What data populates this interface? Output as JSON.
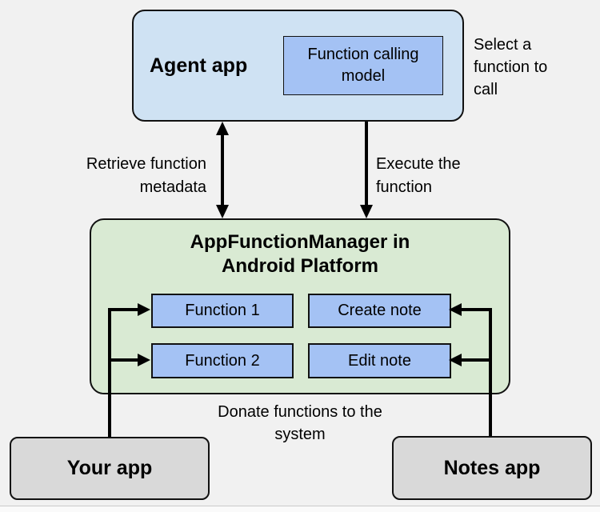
{
  "colors": {
    "background": "#f1f1f1",
    "agent_box_fill": "#cfe2f3",
    "model_box_fill": "#a4c2f4",
    "manager_box_fill": "#d9ead3",
    "function_box_fill": "#a4c2f4",
    "app_box_fill": "#d9d9d9",
    "line": "#000000"
  },
  "agent": {
    "label": "Agent app",
    "model_label": "Function calling model"
  },
  "annotations": {
    "select_function": "Select a function to call",
    "retrieve_metadata": "Retrieve function metadata",
    "execute_function": "Execute the function",
    "donate_functions": "Donate functions to the system"
  },
  "manager": {
    "title": "AppFunctionManager in Android Platform",
    "functions": [
      {
        "label": "Function 1"
      },
      {
        "label": "Create note"
      },
      {
        "label": "Function 2"
      },
      {
        "label": "Edit note"
      }
    ]
  },
  "apps": {
    "your_app": "Your app",
    "notes_app": "Notes app"
  }
}
